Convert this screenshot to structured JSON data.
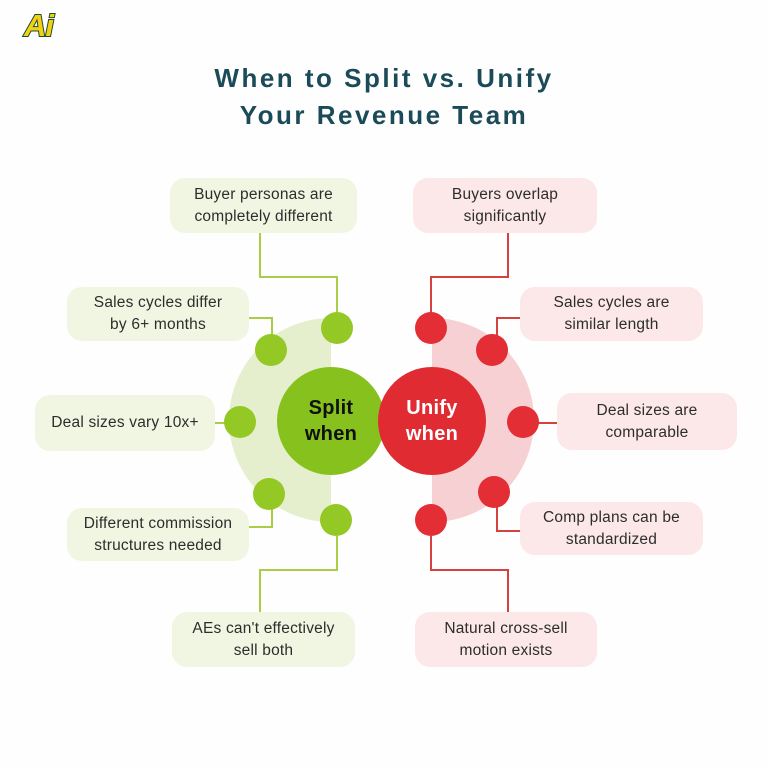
{
  "logo": {
    "text": "Ai"
  },
  "title": {
    "line1": "When to Split vs. Unify",
    "line2": "Your Revenue Team"
  },
  "split": {
    "hub_label": "Split\nwhen",
    "reasons": [
      {
        "text": "Buyer personas are\ncompletely different"
      },
      {
        "text": "Sales cycles differ\nby 6+ months"
      },
      {
        "text": "Deal sizes vary 10x+"
      },
      {
        "text": "Different commission\nstructures needed"
      },
      {
        "text": "AEs can't effectively\nsell both"
      }
    ]
  },
  "unify": {
    "hub_label": "Unify\nwhen",
    "reasons": [
      {
        "text": "Buyers overlap\nsignificantly"
      },
      {
        "text": "Sales cycles are\nsimilar length"
      },
      {
        "text": "Deal sizes are\ncomparable"
      },
      {
        "text": "Comp plans can be\nstandardized"
      },
      {
        "text": "Natural cross-sell\nmotion exists"
      }
    ]
  },
  "colors": {
    "title_text": "#1b4b58",
    "body_text": "#2d2d2d",
    "split_main": "#86c11e",
    "split_dot": "#93c825",
    "split_halo": "#e6efcd",
    "split_line": "#a9cd44",
    "split_box_bg": "#f0f6e1",
    "unify_main": "#e02b32",
    "unify_dot": "#e22e34",
    "unify_halo": "#f6d0d3",
    "unify_line": "#d5413e",
    "unify_box_bg": "#fce8e8",
    "logo_fill": "#f2d112",
    "logo_stroke": "#1e4b31",
    "background": "#fefefe"
  }
}
